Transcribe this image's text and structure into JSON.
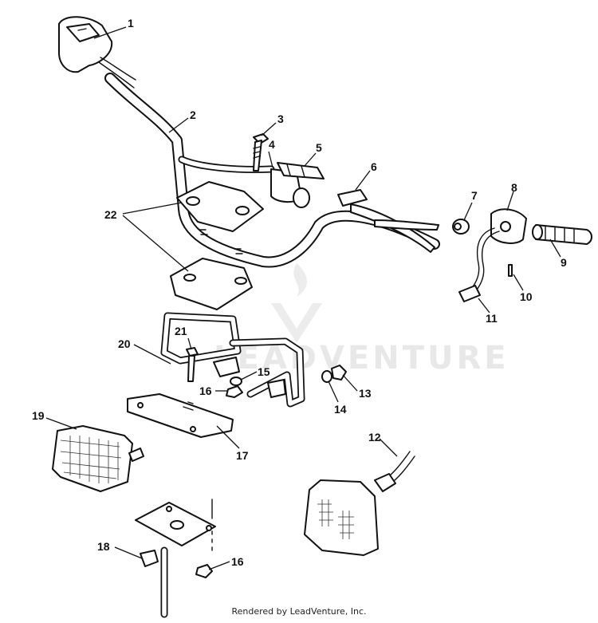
{
  "diagram": {
    "callouts": {
      "c1": "1",
      "c2": "2",
      "c3": "3",
      "c4": "4",
      "c5": "5",
      "c6": "6",
      "c7": "7",
      "c8": "8",
      "c9": "9",
      "c10": "10",
      "c11": "11",
      "c12": "12",
      "c13": "13",
      "c14": "14",
      "c15": "15",
      "c16a": "16",
      "c16b": "16",
      "c17": "17",
      "c18": "18",
      "c19": "19",
      "c20": "20",
      "c21": "21",
      "c22": "22"
    },
    "watermark": "LEADVENTURE",
    "line_color": "#111111",
    "background": "#ffffff"
  },
  "footer": {
    "text": "Rendered by LeadVenture, Inc."
  }
}
